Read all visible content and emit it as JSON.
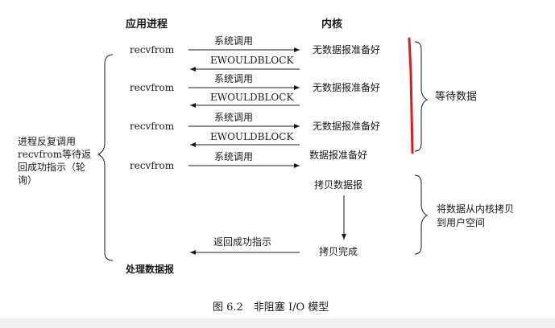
{
  "headers": {
    "app": "应用进程",
    "kernel": "内核"
  },
  "rows": [
    {
      "app_label": "recvfrom",
      "call": "系统调用",
      "reply": "EWOULDBLOCK",
      "kernel_state": "无数据报准备好"
    },
    {
      "app_label": "recvfrom",
      "call": "系统调用",
      "reply": "EWOULDBLOCK",
      "kernel_state": "无数据报准备好"
    },
    {
      "app_label": "recvfrom",
      "call": "系统调用",
      "reply": "EWOULDBLOCK",
      "kernel_state": "无数据报准备好"
    },
    {
      "app_label": "recvfrom",
      "call": "系统调用",
      "kernel_state": "数据报准备好"
    }
  ],
  "copy_start": "拷贝数据报",
  "copy_done": "拷贝完成",
  "return_label": "返回成功指示",
  "process_label": "处理数据报",
  "left_note": "进程反复调用recvfrom等待返回成功指示（轮询）",
  "right_wait": "等待数据",
  "right_copy": "将数据从内核拷贝到用户空间",
  "caption": "图 6.2　非阻塞 I/O 模型",
  "colors": {
    "highlight": "#d81e1e",
    "ink": "#1a1a1a"
  }
}
